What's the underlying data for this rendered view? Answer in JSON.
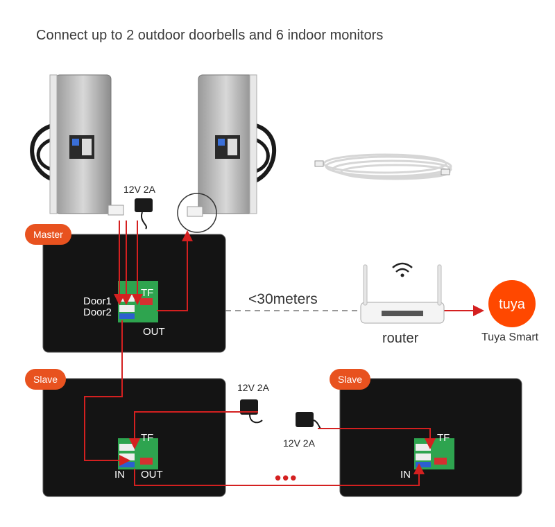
{
  "title": "Connect up to 2 outdoor doorbells and 6 indoor monitors",
  "badges": {
    "master": "Master",
    "slave1": "Slave",
    "slave2": "Slave"
  },
  "master_labels": {
    "door1": "Door1",
    "door2": "Door2",
    "tf": "TF",
    "out": "OUT"
  },
  "slave1_labels": {
    "tf": "TF",
    "in": "IN",
    "out": "OUT"
  },
  "slave2_labels": {
    "tf": "TF",
    "in": "IN"
  },
  "power": {
    "doorbell": "12V 2A",
    "slave1": "12V 2A",
    "slave2": "12V 2A"
  },
  "distance": "<30meters",
  "router_label": "router",
  "tuya": {
    "logo_text": "tuya",
    "label": "Tuya Smart"
  },
  "ellipsis": "•••",
  "colors": {
    "badge": "#e8521f",
    "wire": "#d42020",
    "monitor": "#141414",
    "tuya": "#ff4800"
  },
  "icons": [
    "wifi-icon",
    "power-adapter-icon",
    "cable-icon",
    "router-icon",
    "tuya-logo-icon"
  ]
}
